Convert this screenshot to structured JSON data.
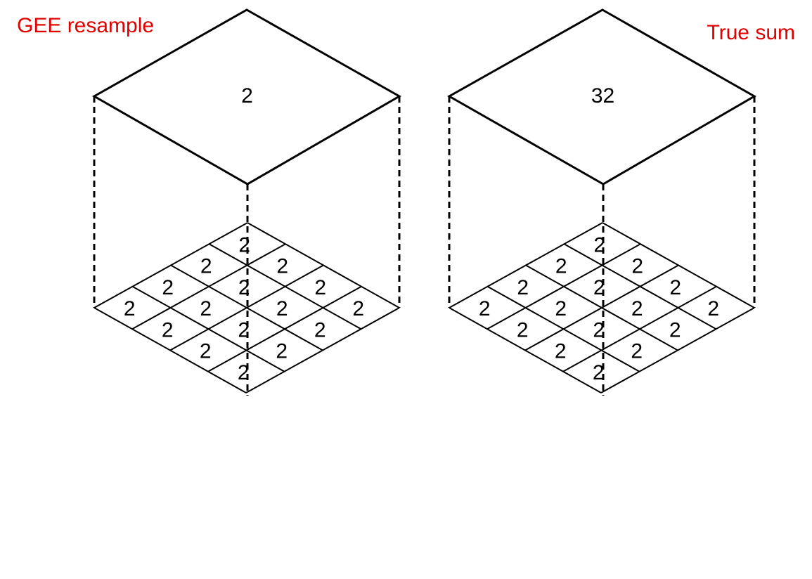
{
  "colors": {
    "label": "#e00000",
    "lines": "#000000",
    "background": "#ffffff"
  },
  "panels": [
    {
      "title": "GEE resample",
      "top_value": "2",
      "grid_values": [
        [
          "2",
          "2",
          "2",
          "2"
        ],
        [
          "2",
          "2",
          "2",
          "2"
        ],
        [
          "2",
          "2",
          "2",
          "2"
        ],
        [
          "2",
          "2",
          "2",
          "2"
        ]
      ]
    },
    {
      "title": "True sum",
      "top_value": "32",
      "grid_values": [
        [
          "2",
          "2",
          "2",
          "2"
        ],
        [
          "2",
          "2",
          "2",
          "2"
        ],
        [
          "2",
          "2",
          "2",
          "2"
        ],
        [
          "2",
          "2",
          "2",
          "2"
        ]
      ]
    }
  ]
}
